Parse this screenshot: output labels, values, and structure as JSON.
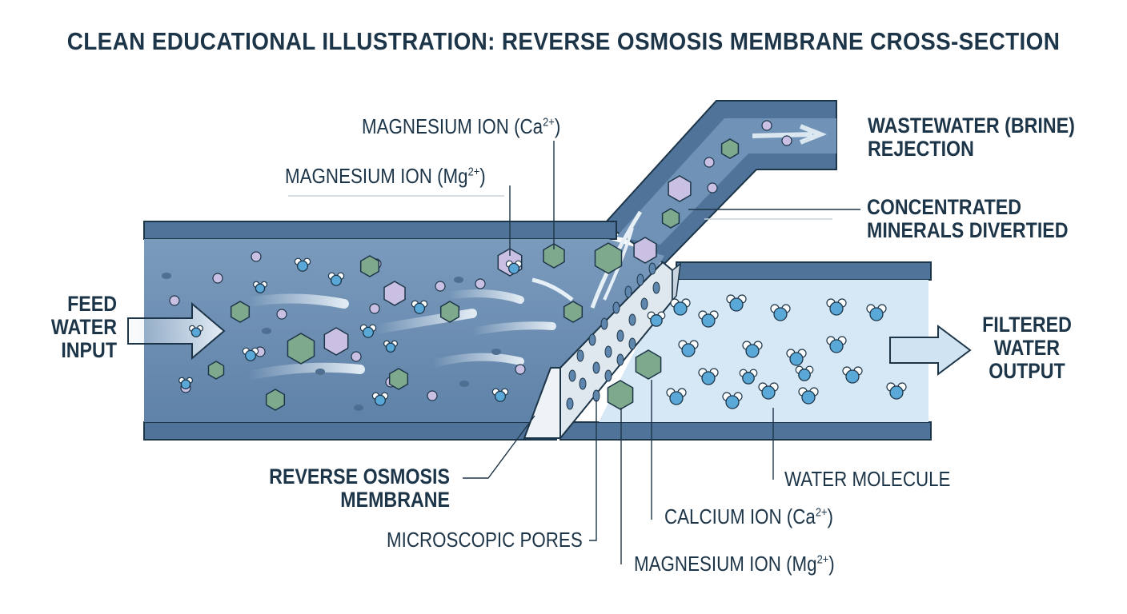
{
  "title": "CLEAN EDUCATIONAL ILLUSTRATION: REVERSE OSMOSIS MEMBRANE CROSS-SECTION",
  "labels": {
    "feed_water": [
      "FEED",
      "WATER",
      "INPUT"
    ],
    "filtered_water": [
      "FILTERED",
      "WATER",
      "OUTPUT"
    ],
    "wastewater": [
      "WASTEWATER (BRINE)",
      "REJECTION"
    ],
    "concentrated": [
      "CONCENTRATED",
      "MINERALS DIVERTIED"
    ],
    "membrane": [
      "REVERSE OSMOSIS",
      "MEMBRANE"
    ],
    "mg_ion_ca_label": {
      "text": "MAGNESIUM ION (Ca",
      "sup": "2+",
      "close": ")"
    },
    "mg_ion_top": {
      "text": "MAGNESIUM ION (Mg",
      "sup": "2+",
      "close": ")"
    },
    "pores": "MICROSCOPIC PORES",
    "calcium_ion": {
      "text": "CALCIUM ION (Ca",
      "sup": "2+",
      "close": ")"
    },
    "mg_ion_bottom": {
      "text": "MAGNESIUM ION (Mg",
      "sup": "2+",
      "close": ")"
    },
    "water_molecule": "WATER MOLECULE"
  },
  "colors": {
    "text": "#1d3548",
    "pipe_wall": "#4f7399",
    "feed_water": "#6789ad",
    "filtered_water": "#d6e8f5",
    "membrane": "#dfe8ef",
    "magnesium_ion": "#c9c0e3",
    "calcium_ion": "#7fa98c",
    "water_molecule": "#5aa8d8",
    "arrow": "#dde9f2"
  }
}
